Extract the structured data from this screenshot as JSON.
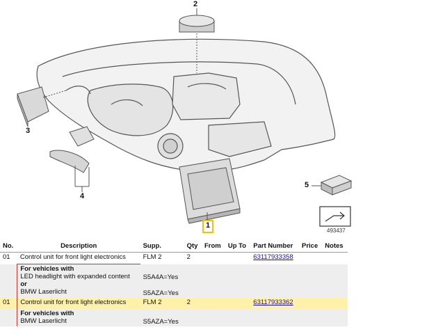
{
  "diagram": {
    "callouts": [
      "1",
      "2",
      "3",
      "4",
      "5"
    ],
    "diagram_id": "493437",
    "highlight_color": "#f2c200",
    "icons": [
      "headlight-assembly-drawing",
      "control-unit-drawing",
      "led-module-drawing",
      "cover-drawing",
      "bracket-drawing",
      "repair-kit-box-drawing",
      "next-arrow-icon"
    ]
  },
  "table": {
    "headers": {
      "no": "No.",
      "description": "Description",
      "supp": "Supp.",
      "qty": "Qty",
      "from": "From",
      "upto": "Up To",
      "part_number": "Part Number",
      "price": "Price",
      "notes": "Notes"
    },
    "rows": [
      {
        "no": "01",
        "description": "Control unit for front light electronics",
        "supp": "FLM 2",
        "qty": "2",
        "part_number": "63117933358"
      },
      {
        "note_head": "For vehicles with",
        "line1": "LED headlight with expanded content",
        "code1": "S5A4A=Yes",
        "or": "or",
        "line2": "BMW Laserlicht",
        "code2": "S5AZA=Yes"
      },
      {
        "no": "01",
        "description": "Control unit for front light electronics",
        "supp": "FLM 2",
        "qty": "2",
        "part_number": "63117933362"
      },
      {
        "note_head": "For vehicles with",
        "line1": "BMW Laserlicht",
        "code1": "S5AZA=Yes"
      }
    ]
  }
}
